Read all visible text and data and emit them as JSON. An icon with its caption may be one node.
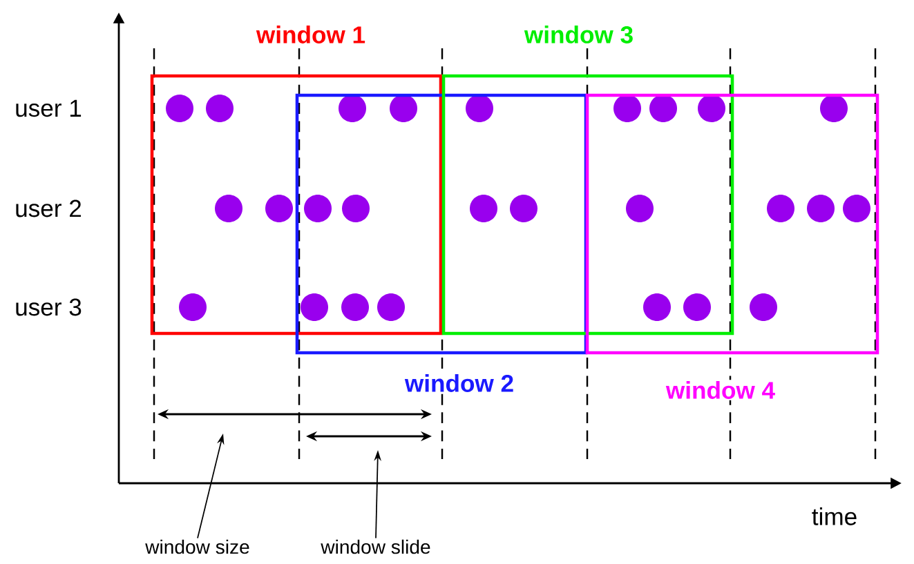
{
  "diagram": {
    "nodes": [
      {
        "text": [
          "window 1"
        ]
      },
      {
        "text": [
          "window 2"
        ]
      },
      {
        "text": [
          "window 3"
        ]
      },
      {
        "text": [
          "window 4"
        ]
      },
      {
        "text": [
          "window size"
        ]
      },
      {
        "text": [
          "window slide"
        ]
      }
    ],
    "edges": [
      {
        "from": 4,
        "to": null,
        "arrow": "to"
      },
      {
        "from": 5,
        "to": null,
        "arrow": "to"
      }
    ],
    "labels": [
      "user 1",
      "user 2",
      "user 3",
      "time"
    ]
  }
}
